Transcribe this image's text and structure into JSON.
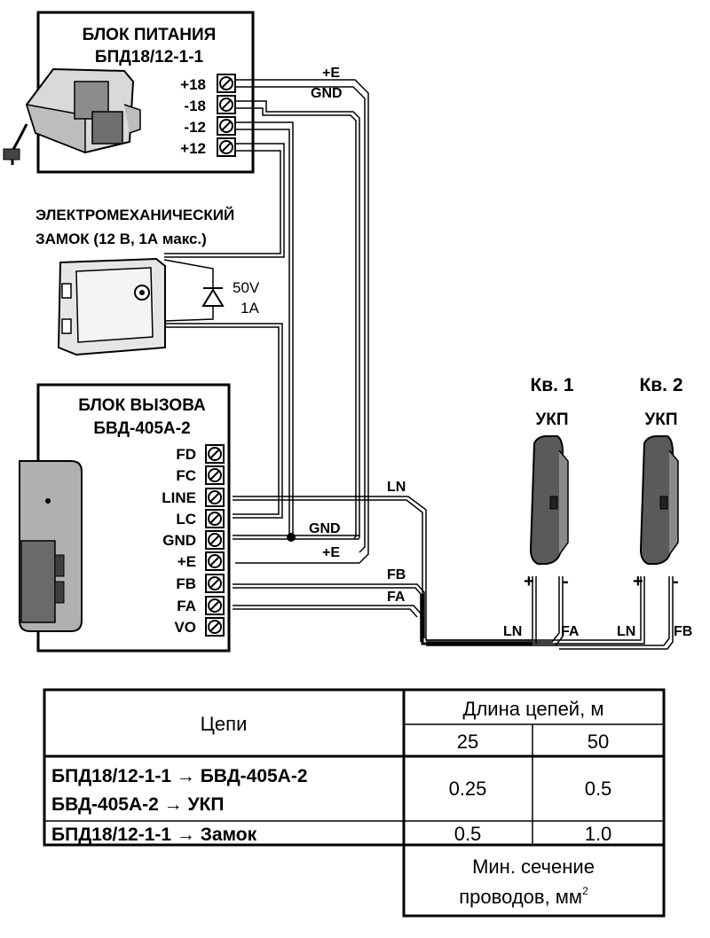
{
  "psu": {
    "title1": "БЛОК ПИТАНИЯ",
    "title2": "БПД18/12-1-1",
    "terminals": [
      "+18",
      "-18",
      "-12",
      "+12"
    ]
  },
  "lock": {
    "line1": "ЭЛЕКТРОМЕХАНИЧЕСКИЙ",
    "line2": "ЗАМОК (12 В, 1А макс.)",
    "diode_v": "50V",
    "diode_a": "1A"
  },
  "call_unit": {
    "title1": "БЛОК ВЫЗОВА",
    "title2": "БВД-405А-2",
    "terminals": [
      "FD",
      "FC",
      "LINE",
      "LC",
      "GND",
      "+E",
      "FB",
      "FA",
      "VO"
    ]
  },
  "wires": {
    "psu_e": "+E",
    "psu_gnd": "GND",
    "gnd": "GND",
    "e": "+E",
    "ln": "LN",
    "fb": "FB",
    "fa": "FA"
  },
  "handsets": [
    {
      "title": "Кв. 1",
      "model": "УКП",
      "plus": "+",
      "minus": "-",
      "left": "LN",
      "right": "FA"
    },
    {
      "title": "Кв. 2",
      "model": "УКП",
      "plus": "+",
      "minus": "-",
      "left": "LN",
      "right": "FB"
    }
  ],
  "table": {
    "col_circuits": "Цепи",
    "col_length": "Длина цепей, м",
    "len1": "25",
    "len2": "50",
    "rows": [
      "БПД18/12-1-1 → БВД-405А-2",
      "БВД-405А-2 → УКП",
      "БПД18/12-1-1 → Замок"
    ],
    "val_a1": "0.25",
    "val_a2": "0.5",
    "val_b1": "0.5",
    "val_b2": "1.0",
    "footer1": "Мин. сечение",
    "footer2": "проводов, мм",
    "footer_sup": "2"
  }
}
